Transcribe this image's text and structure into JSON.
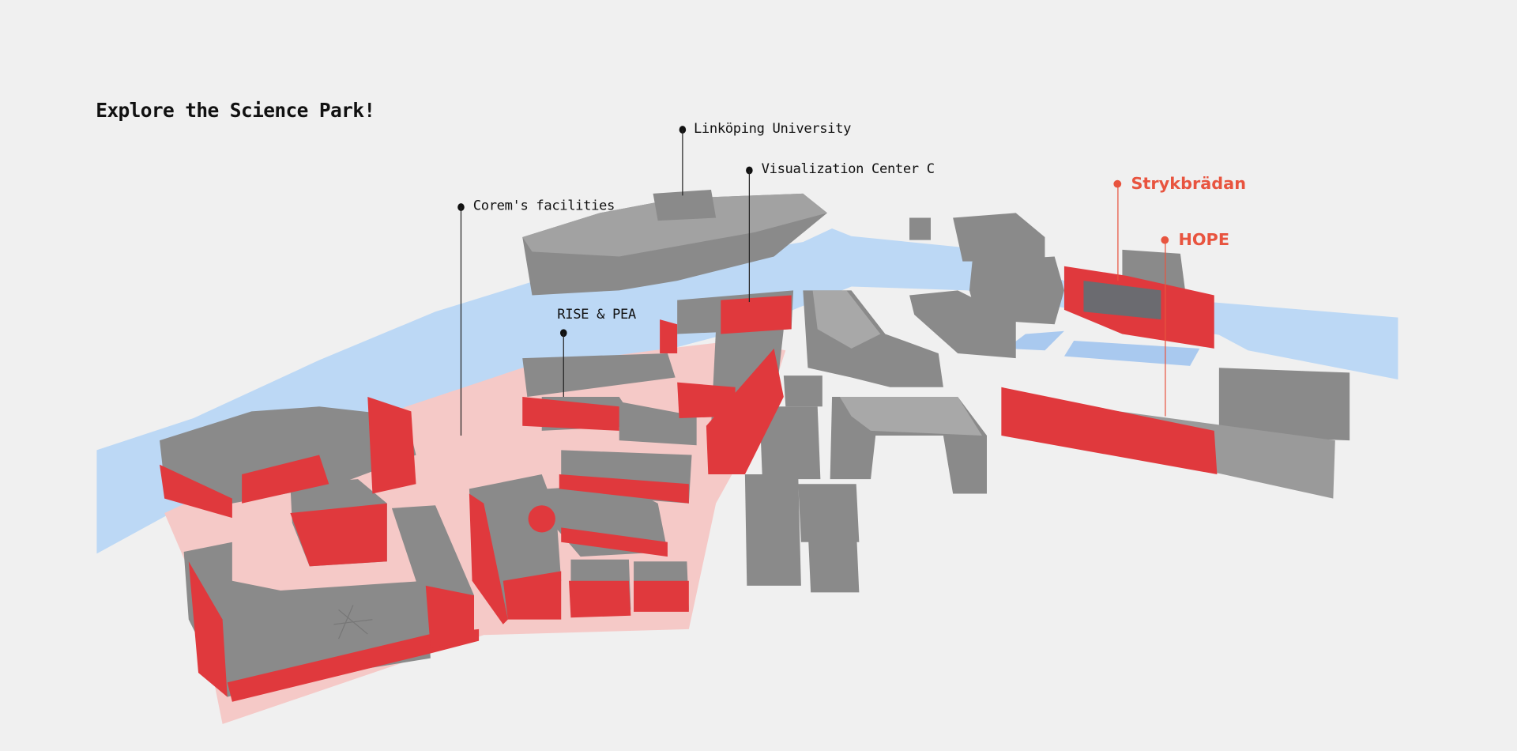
{
  "title": "Explore the Science Park!",
  "markers": {
    "linkoping": "Linköping University",
    "viscenter": "Visualization Center C",
    "corem": "Corem's facilities",
    "rise": "RISE & PEA",
    "strykbradan": "Strykbrädan",
    "hope": "HOPE"
  },
  "colors": {
    "accent": "#e8543f",
    "river": "#bcd8f5",
    "zone": "#f5c9c7",
    "building": "#8c8c8c",
    "highlight": "#e0393d"
  }
}
